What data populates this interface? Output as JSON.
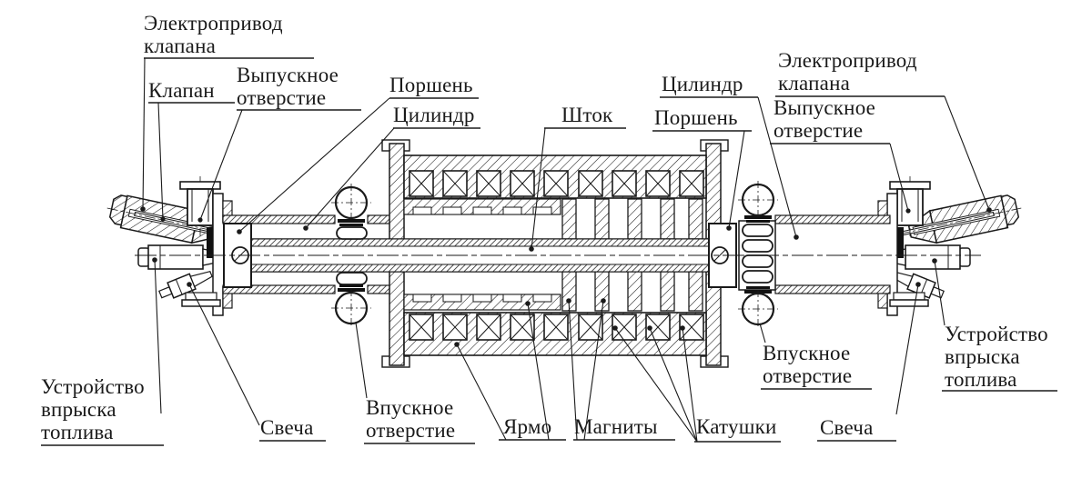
{
  "diagram": {
    "language": "ru",
    "colors": {
      "ink": "#1a1a1a",
      "background": "#ffffff"
    },
    "labels": {
      "valve_drive_left": "Электропривод\nклапана",
      "valve_left": "Клапан",
      "exhaust_left": "Выпускное\nотверстие",
      "piston_left": "Поршень",
      "cylinder_left": "Цилиндр",
      "rod": "Шток",
      "cylinder_right": "Цилиндр",
      "piston_right": "Поршень",
      "valve_drive_right": "Электропривод\nклапана",
      "exhaust_right": "Выпускное\nотверстие",
      "injector_left": "Устройство\nвпрыска\nтоплива",
      "spark_plug_left": "Свеча",
      "intake_left": "Впускное\nотверстие",
      "yoke": "Ярмо",
      "magnets": "Магниты",
      "coils": "Катушки",
      "intake_right": "Впускное\nотверстие",
      "spark_plug_right": "Свеча",
      "injector_right": "Устройство\nвпрыска\nтоплива"
    }
  }
}
